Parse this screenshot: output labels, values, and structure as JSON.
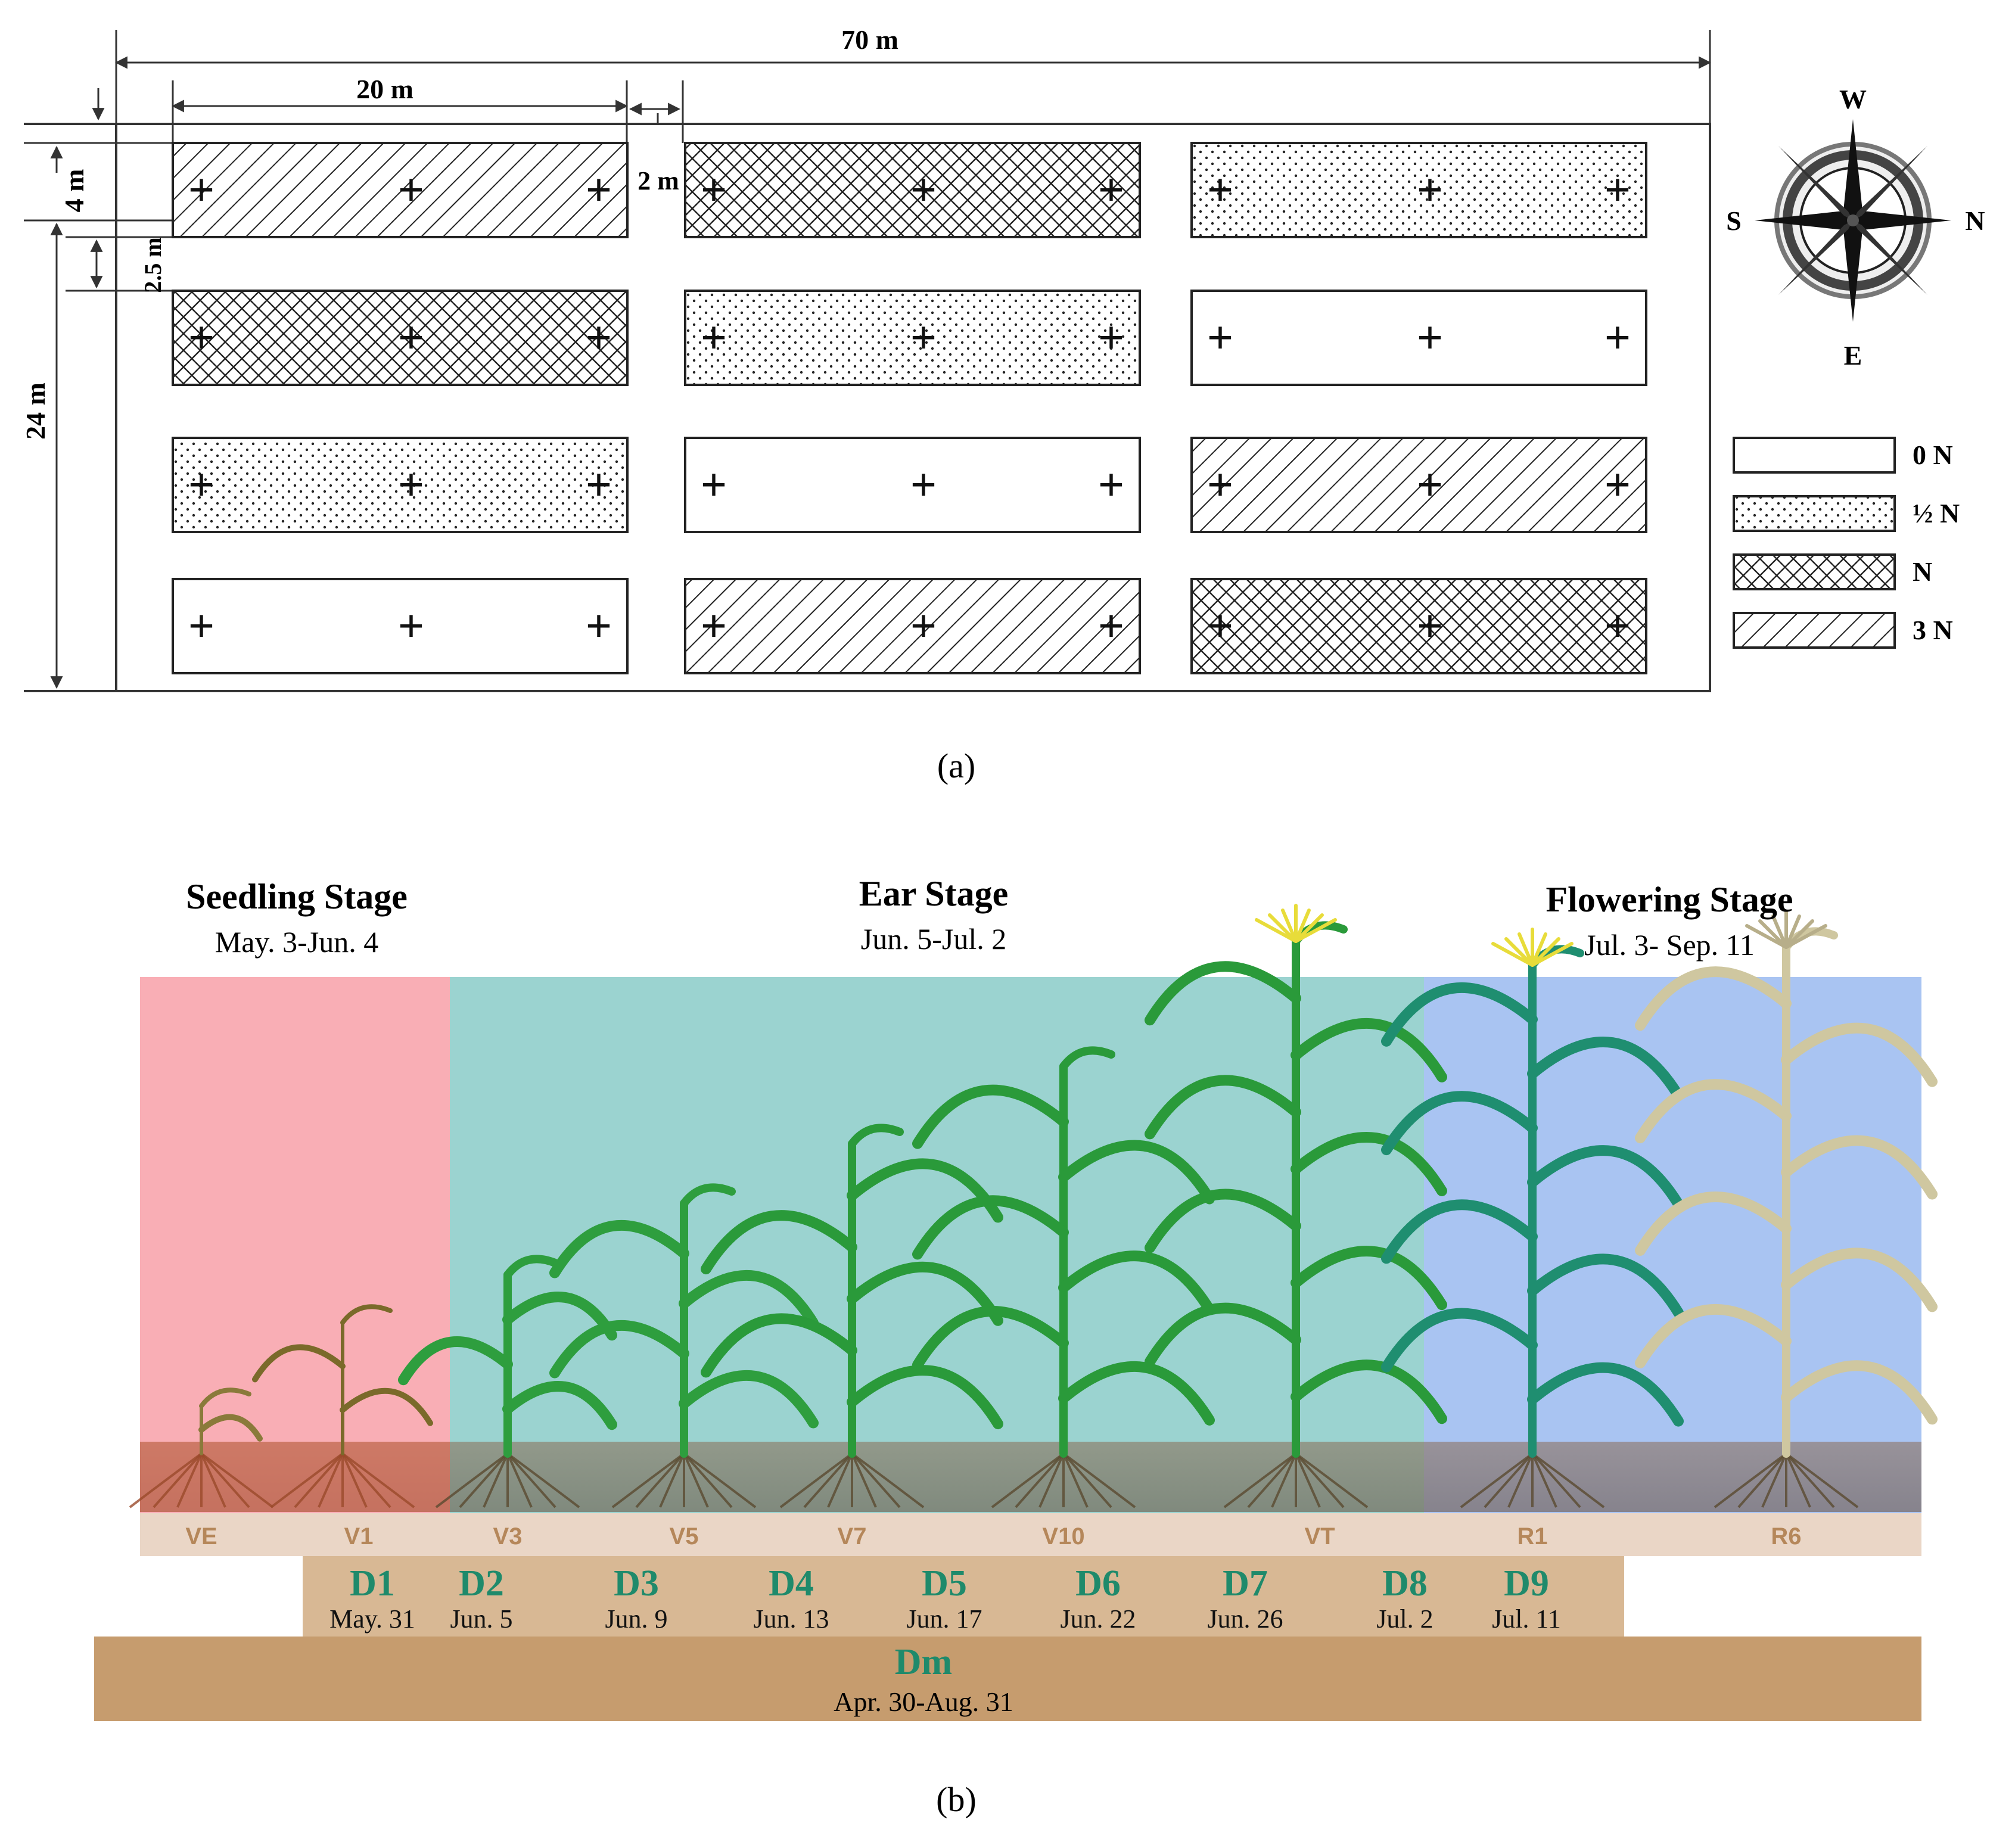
{
  "panel_a": {
    "caption": "(a)",
    "dimensions": {
      "total_length": "70 m",
      "plot_length": "20 m",
      "gap_horizontal": "2 m",
      "margin_top": "4 m",
      "gap_vertical": "2.5 m",
      "total_width": "24 m"
    },
    "compass": {
      "top": "W",
      "right": "N",
      "bottom": "E",
      "left": "S"
    },
    "legend": [
      {
        "pattern": "blank",
        "label": "0 N"
      },
      {
        "pattern": "dots",
        "label": "½ N"
      },
      {
        "pattern": "cross",
        "label": "N"
      },
      {
        "pattern": "hatch",
        "label": "3 N"
      }
    ],
    "plot_grid": [
      [
        "hatch",
        "cross",
        "dots"
      ],
      [
        "cross",
        "dots",
        "blank"
      ],
      [
        "dots",
        "blank",
        "hatch"
      ],
      [
        "blank",
        "hatch",
        "cross"
      ]
    ],
    "sample_marker": "+"
  },
  "panel_b": {
    "caption": "(b)",
    "stages": [
      {
        "name": "Seedling Stage",
        "dates": "May. 3-Jun. 4",
        "color": "#f9aeb5"
      },
      {
        "name": "Ear Stage",
        "dates": "Jun. 5-Jul. 2",
        "color": "#9bd3d0"
      },
      {
        "name": "Flowering Stage",
        "dates": "Jul. 3- Sep. 11",
        "color": "#a9c4f2"
      }
    ],
    "growth_stages": [
      "VE",
      "V1",
      "V3",
      "V5",
      "V7",
      "V10",
      "VT",
      "R1",
      "R6"
    ],
    "datasets": [
      {
        "label": "D1",
        "date": "May. 31"
      },
      {
        "label": "D2",
        "date": "Jun. 5"
      },
      {
        "label": "D3",
        "date": "Jun. 9"
      },
      {
        "label": "D4",
        "date": "Jun. 13"
      },
      {
        "label": "D5",
        "date": "Jun. 17"
      },
      {
        "label": "D6",
        "date": "Jun. 22"
      },
      {
        "label": "D7",
        "date": "Jun. 26"
      },
      {
        "label": "D8",
        "date": "Jul. 2"
      },
      {
        "label": "D9",
        "date": "Jul. 11"
      }
    ],
    "main_dataset": {
      "label": "Dm",
      "date": "Apr. 30-Aug. 31"
    },
    "colors": {
      "label_green": "#1f8a6b",
      "band_light": "#d8b894",
      "band_dark": "#c69c6e"
    }
  }
}
